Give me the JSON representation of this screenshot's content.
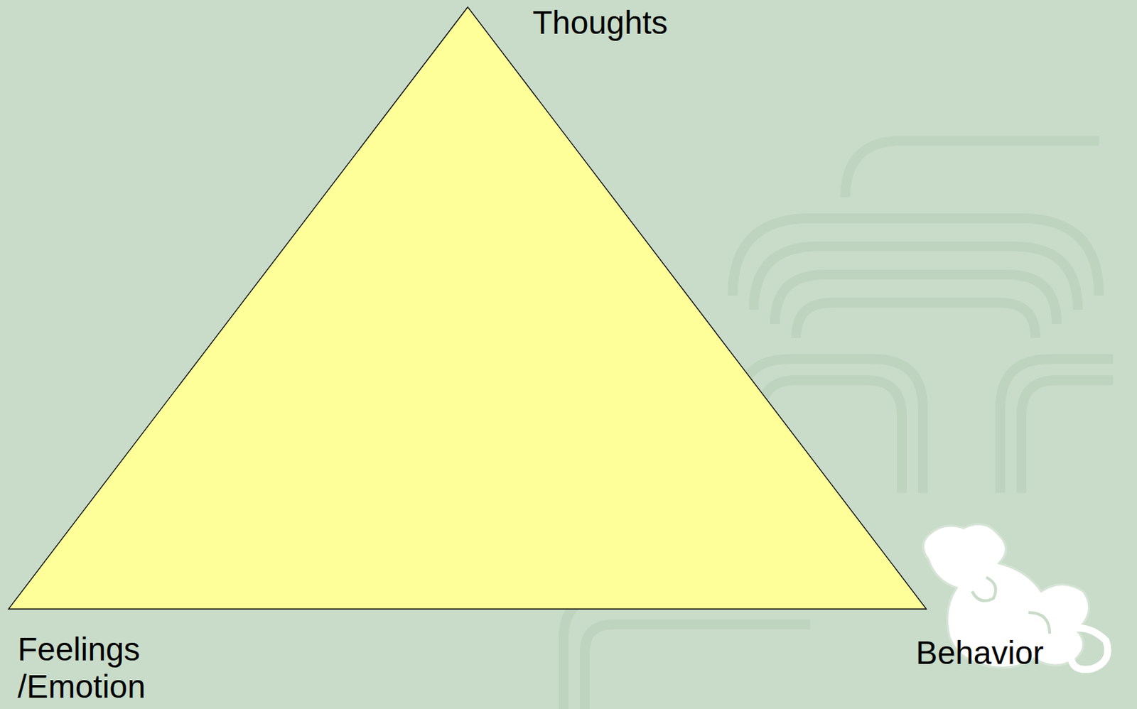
{
  "diagram": {
    "labels": [
      "Thoughts",
      "Feelings /Emotion",
      "Behavior"
    ]
  }
}
